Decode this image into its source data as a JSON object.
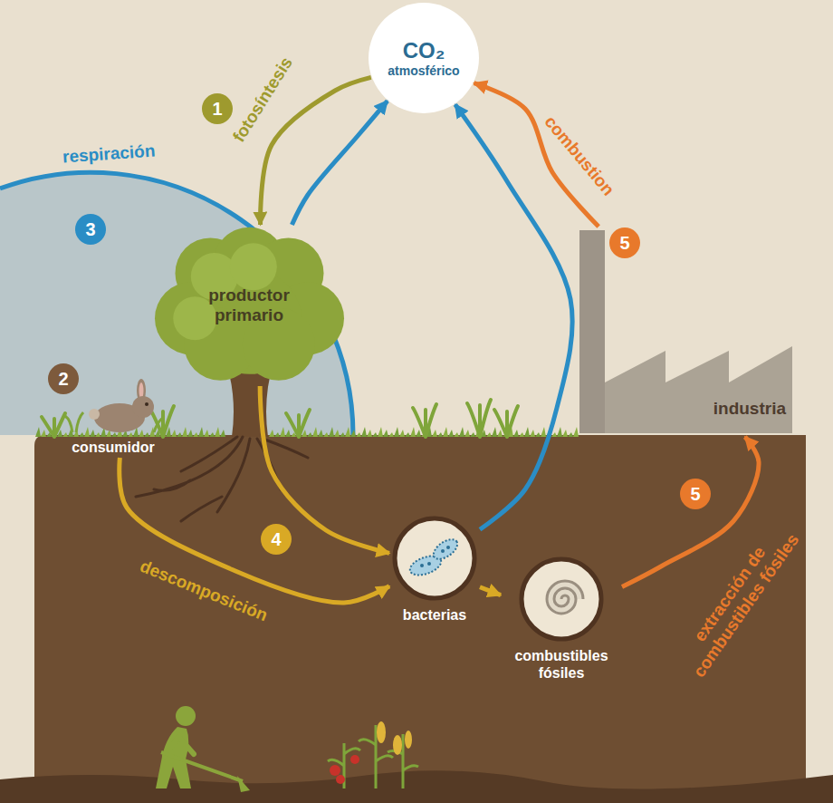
{
  "diagram": {
    "nodes": [
      {
        "text": [
          "CO₂",
          "atmosférico"
        ]
      },
      {
        "text": [
          "productor primario"
        ]
      },
      {
        "text": [
          "consumidor"
        ]
      },
      {
        "text": [
          "bacterias"
        ]
      },
      {
        "text": [
          "combustibles fósiles"
        ]
      },
      {
        "text": [
          "industria"
        ]
      }
    ],
    "edges": [
      {
        "from": 0,
        "to": 1,
        "arrow": "to",
        "label": "fotosíntesis"
      },
      {
        "from": 1,
        "to": 0,
        "arrow": "to",
        "label": "respiración"
      },
      {
        "from": 2,
        "to": 3,
        "arrow": "to",
        "label": "descomposición"
      },
      {
        "from": 1,
        "to": 3,
        "arrow": "to"
      },
      {
        "from": 3,
        "to": 0,
        "arrow": "to"
      },
      {
        "from": 3,
        "to": 4,
        "arrow": "to"
      },
      {
        "from": 4,
        "to": 5,
        "arrow": "to",
        "label": "extracción de combustibles fósiles"
      },
      {
        "from": 5,
        "to": 0,
        "arrow": "to",
        "label": "combustion"
      }
    ],
    "labels": [
      "1",
      "2",
      "3",
      "4",
      "5",
      "5"
    ]
  }
}
